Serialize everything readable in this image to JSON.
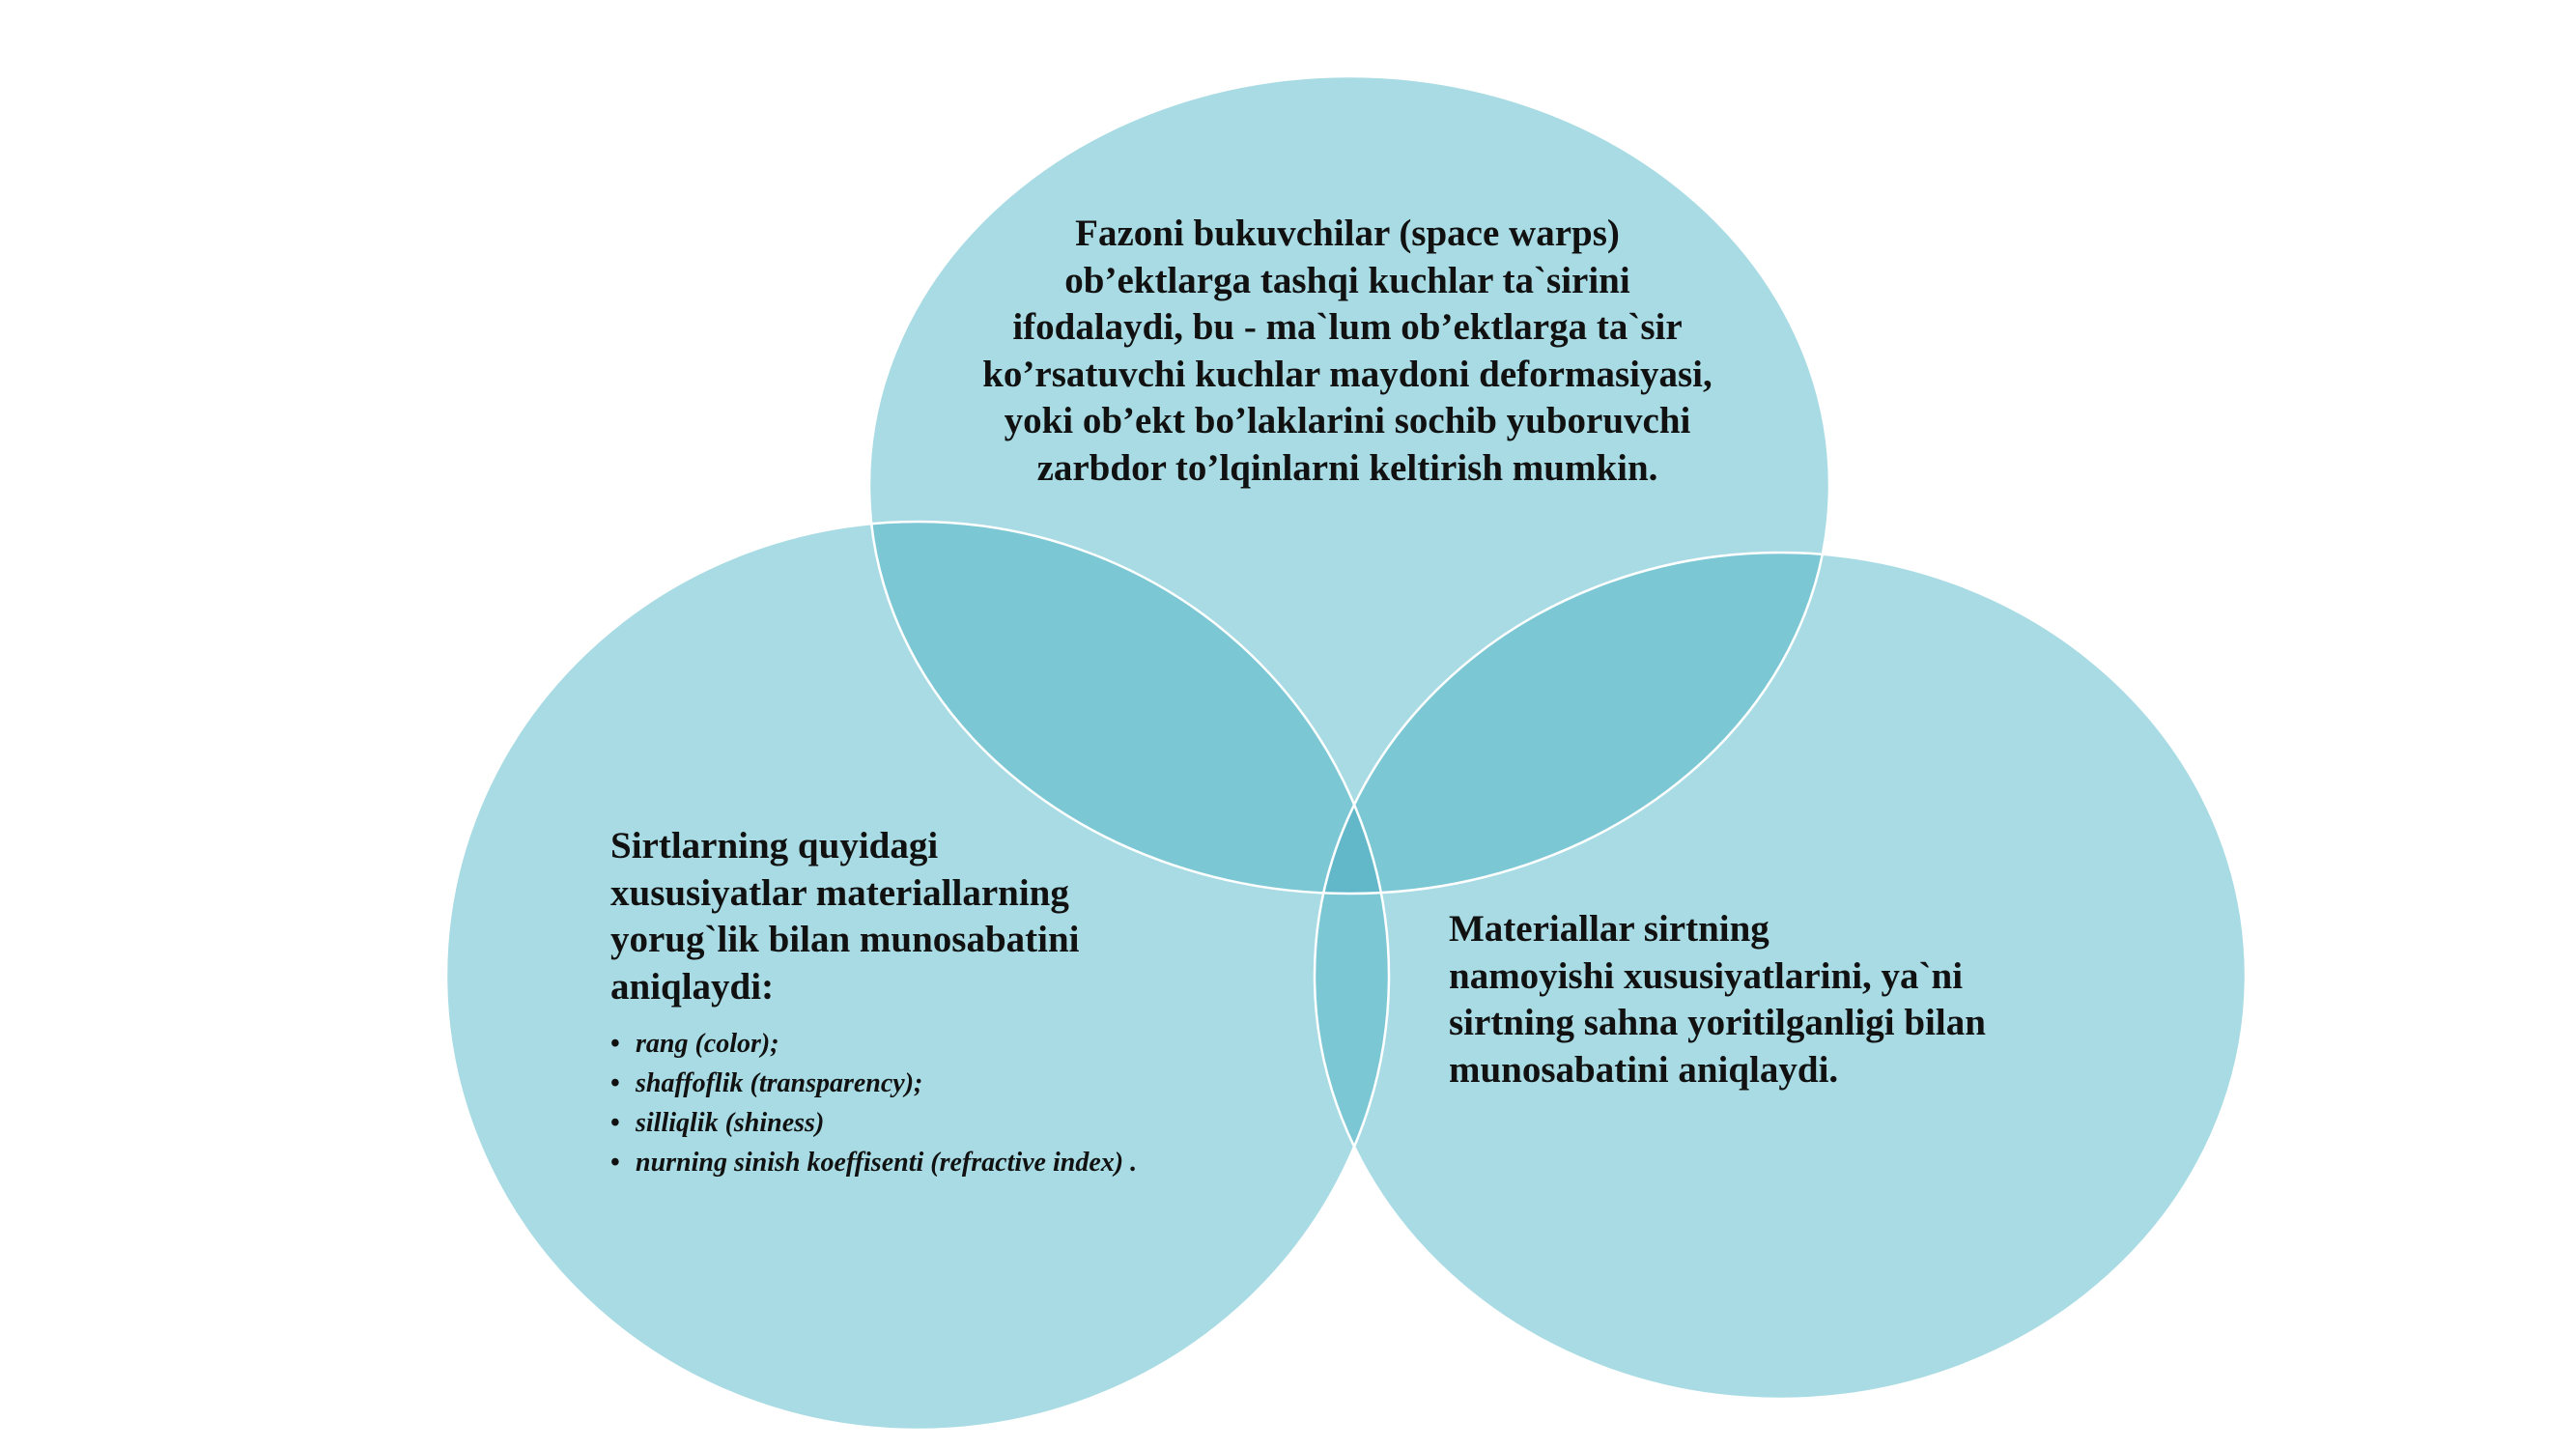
{
  "colors": {
    "circle_fill": "#a8dbe3",
    "overlap_fill": "#7cc7d4",
    "center_fill": "#62b8c9",
    "outline": "#ffffff"
  },
  "diagram": {
    "top": {
      "text": "Fazoni bukuvchilar (space warps) ob’ektlarga tashqi kuchlar ta`sirini ifodalaydi, bu - ma`lum ob’ektlarga ta`sir ko’rsatuvchi kuchlar maydoni deformasiyasi, yoki ob’ekt bo’laklarini sochib yuboruvchi zarbdor to’lqinlarni keltirish mumkin."
    },
    "left": {
      "heading": "Sirtlarning        quyidagi\nxususiyatlar materiallarning\nyorug`lik  bilan munosabatini\naniqlaydi:",
      "bullet_symbol": "•",
      "bullets": [
        "rang (color);",
        "shaffoflik (transparency);",
        "silliqlik (shiness)",
        "nurning sinish koeffisenti (refractive index) ."
      ]
    },
    "right": {
      "text": "Materiallar       sirtning\nnamoyishi xususiyatlarini, ya`ni\nsirtning sahna  yoritilganligi bilan\nmunosabatini aniqlaydi."
    }
  }
}
